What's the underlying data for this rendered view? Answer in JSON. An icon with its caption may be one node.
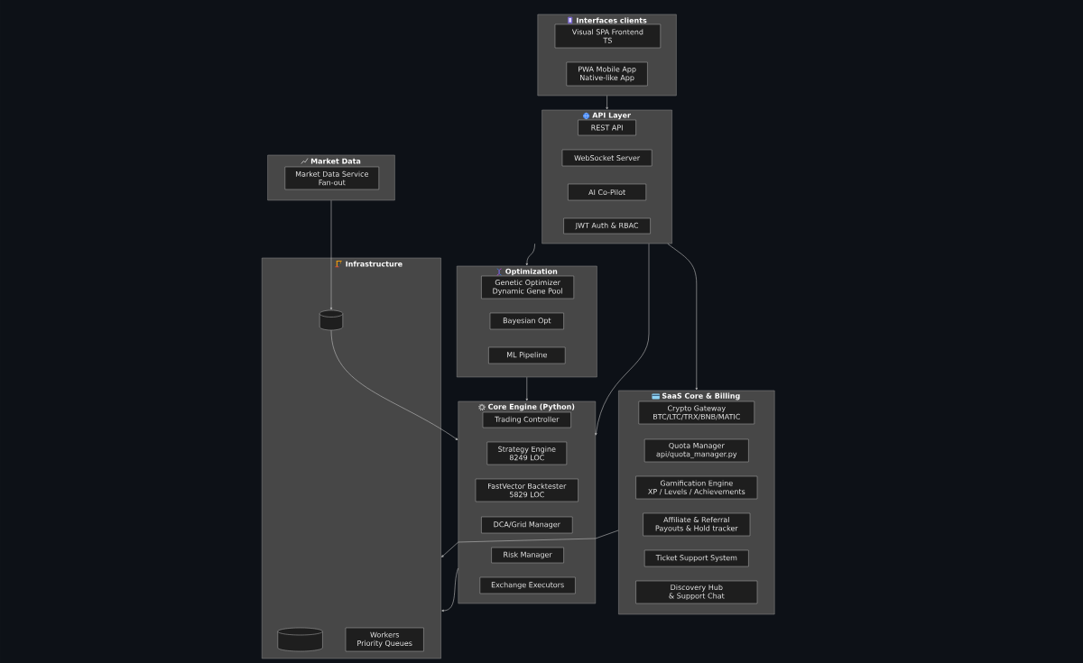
{
  "diagram": {
    "nodes": [
      {
        "text": [
          "Interfaces clients"
        ]
      },
      {
        "text": [
          "Visual SPA Frontend",
          "TS"
        ],
        "in": 0
      },
      {
        "text": [
          "PWA Mobile App",
          "Native-like App"
        ],
        "in": 0
      },
      {
        "text": [
          "API Layer"
        ]
      },
      {
        "text": [
          "REST API"
        ],
        "in": 3
      },
      {
        "text": [
          "WebSocket Server"
        ],
        "in": 3
      },
      {
        "text": [
          "AI Co-Pilot"
        ],
        "in": 3
      },
      {
        "text": [
          "JWT Auth & RBAC"
        ],
        "in": 3
      },
      {
        "text": [
          "Market Data"
        ]
      },
      {
        "text": [
          "Market Data Service",
          "Fan-out"
        ],
        "in": 8
      },
      {
        "text": [
          "Infrastructure"
        ]
      },
      {
        "text": [],
        "shape": "cylinder",
        "in": 10
      },
      {
        "text": [],
        "shape": "cylinder",
        "in": 10
      },
      {
        "text": [
          "Workers",
          "Priority Queues"
        ],
        "in": 10
      },
      {
        "text": [
          "Optimization"
        ]
      },
      {
        "text": [
          "Genetic Optimizer",
          "Dynamic Gene Pool"
        ],
        "in": 14
      },
      {
        "text": [
          "Bayesian Opt"
        ],
        "in": 14
      },
      {
        "text": [
          "ML Pipeline"
        ],
        "in": 14
      },
      {
        "text": [
          "Core Engine (Python)"
        ]
      },
      {
        "text": [
          "Trading Controller"
        ],
        "in": 18
      },
      {
        "text": [
          "Strategy Engine",
          "8249 LOC"
        ],
        "in": 18
      },
      {
        "text": [
          "FastVector Backtester",
          "5829 LOC"
        ],
        "in": 18
      },
      {
        "text": [
          "DCA/Grid Manager"
        ],
        "in": 18
      },
      {
        "text": [
          "Risk Manager"
        ],
        "in": 18
      },
      {
        "text": [
          "Exchange Executors"
        ],
        "in": 18
      },
      {
        "text": [
          "SaaS Core & Billing"
        ]
      },
      {
        "text": [
          "Crypto Gateway",
          "BTC/LTC/TRX/BNB/MATIC"
        ],
        "in": 25
      },
      {
        "text": [
          "Quota Manager",
          "api/quota_manager.py"
        ],
        "in": 25
      },
      {
        "text": [
          "Gamification Engine",
          "XP / Levels / Achievements"
        ],
        "in": 25
      },
      {
        "text": [
          "Affiliate & Referral",
          "Payouts & Hold tracker"
        ],
        "in": 25
      },
      {
        "text": [
          "Ticket Support System"
        ],
        "in": 25
      },
      {
        "text": [
          "Discovery Hub & Support Chat"
        ],
        "in": 25
      }
    ],
    "edges": [
      {
        "from": 0,
        "to": 3,
        "arrow": "to"
      },
      {
        "from": 3,
        "to": 14,
        "arrow": "to"
      },
      {
        "from": 3,
        "to": 18,
        "arrow": "to"
      },
      {
        "from": 3,
        "to": 25,
        "arrow": "to"
      },
      {
        "from": 8,
        "to": 11,
        "arrow": "to"
      },
      {
        "from": 11,
        "to": 18,
        "arrow": "to"
      },
      {
        "from": 14,
        "to": 18,
        "arrow": "to"
      },
      {
        "from": 25,
        "to": 10,
        "arrow": "to"
      },
      {
        "from": 18,
        "to": 10,
        "arrow": "to"
      }
    ]
  }
}
